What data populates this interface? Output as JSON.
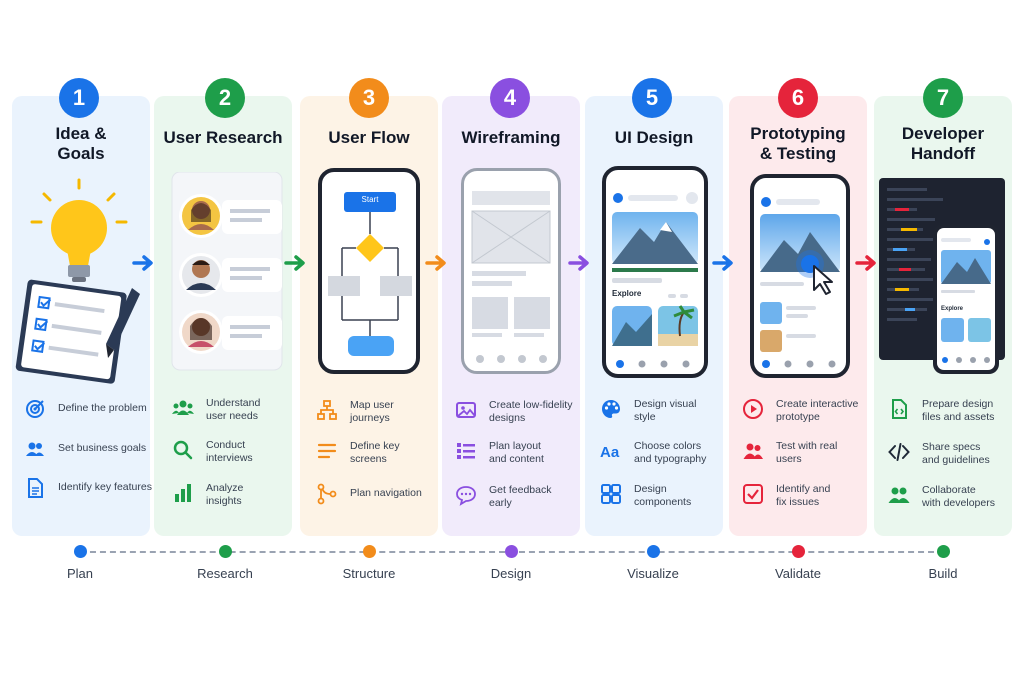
{
  "stages": [
    {
      "number": "1",
      "title": "Idea &\nGoals",
      "color": "#1a73e8",
      "items": [
        {
          "icon": "target-icon",
          "text": "Define the problem"
        },
        {
          "icon": "users-icon",
          "text": "Set business goals"
        },
        {
          "icon": "document-icon",
          "text": "Identify key features"
        }
      ]
    },
    {
      "number": "2",
      "title": "User Research",
      "color": "#1e9e4a",
      "items": [
        {
          "icon": "group-icon",
          "text": "Understand\nuser needs"
        },
        {
          "icon": "search-icon",
          "text": "Conduct\ninterviews"
        },
        {
          "icon": "bar-chart-icon",
          "text": "Analyze\ninsights"
        }
      ]
    },
    {
      "number": "3",
      "title": "User Flow",
      "color": "#f28c1b",
      "items": [
        {
          "icon": "sitemap-icon",
          "text": "Map user\njourneys"
        },
        {
          "icon": "lines-icon",
          "text": "Define key\nscreens"
        },
        {
          "icon": "branch-icon",
          "text": "Plan navigation"
        }
      ]
    },
    {
      "number": "4",
      "title": "Wireframing",
      "color": "#8a4fe0",
      "items": [
        {
          "icon": "image-icon",
          "text": "Create low-fidelity\ndesigns"
        },
        {
          "icon": "list-icon",
          "text": "Plan layout\nand content"
        },
        {
          "icon": "chat-icon",
          "text": "Get feedback\nearly"
        }
      ]
    },
    {
      "number": "5",
      "title": "UI Design",
      "color": "#1a73e8",
      "items": [
        {
          "icon": "palette-icon",
          "text": "Design visual\nstyle"
        },
        {
          "icon": "typography-icon",
          "text": "Choose colors\nand typography"
        },
        {
          "icon": "grid-icon",
          "text": "Design\ncomponents"
        }
      ]
    },
    {
      "number": "6",
      "title": "Prototyping\n& Testing",
      "color": "#e5243b",
      "items": [
        {
          "icon": "play-icon",
          "text": "Create interactive\nprototype"
        },
        {
          "icon": "users-icon",
          "text": "Test with real\nusers"
        },
        {
          "icon": "checkbox-icon",
          "text": "Identify and\nfix issues"
        }
      ]
    },
    {
      "number": "7",
      "title": "Developer\nHandoff",
      "color": "#1e9e4a",
      "items": [
        {
          "icon": "code-file-icon",
          "text": "Prepare design\nfiles and assets"
        },
        {
          "icon": "code-icon",
          "text": "Share specs\nand guidelines"
        },
        {
          "icon": "collaborate-icon",
          "text": "Collaborate\nwith developers"
        }
      ]
    }
  ],
  "flow": {
    "start_label": "Start"
  },
  "mockup": {
    "explore_label": "Explore"
  },
  "timeline": [
    "Plan",
    "Research",
    "Structure",
    "Design",
    "Visualize",
    "Validate",
    "Build"
  ]
}
